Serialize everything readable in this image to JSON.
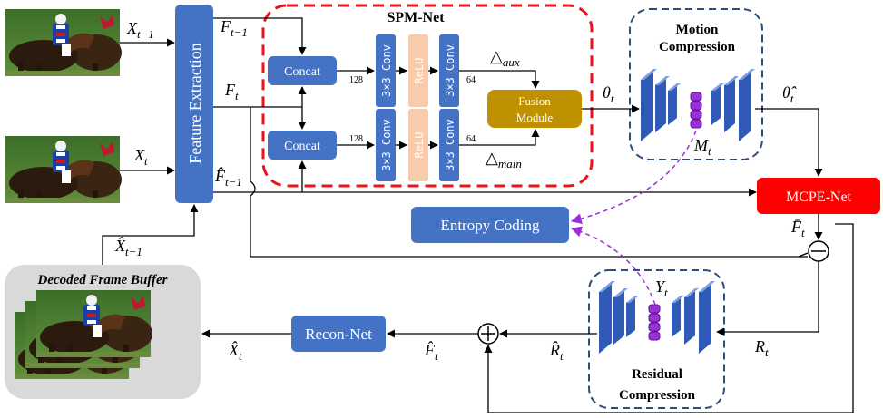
{
  "colors": {
    "blue_box": "#4472c4",
    "red_box": "#ff0000",
    "fusion_box": "#bf9000",
    "relu_box": "#f8cbad",
    "dash_red": "#e8131b",
    "dash_navy": "#2f4d7a",
    "purple": "#9b30d9",
    "buffer_bg": "#d9d9d9"
  },
  "icons": {
    "horse_frame": "horse-race-photo",
    "encoder": "encoder-layers",
    "decoder": "decoder-layers",
    "latent": "latent-code-stack",
    "adder": "circle-plus",
    "subtractor": "circle-minus"
  },
  "labels": {
    "spm_net": "SPM-Net",
    "motion_compression_1": "Motion",
    "motion_compression_2": "Compression",
    "residual_compression_1": "Residual",
    "residual_compression_2": "Compression",
    "decoded_frame_buffer": "Decoded Frame Buffer",
    "feature_extraction": "Feature Extraction",
    "concat_top": "Concat",
    "concat_bottom": "Concat",
    "conv_1": "3×3 Conv",
    "relu_1": "ReLU",
    "conv_2": "3×3 Conv",
    "conv_3": "3×3 Conv",
    "relu_2": "ReLU",
    "conv_4": "3×3 Conv",
    "fusion_1": "Fusion",
    "fusion_2": "Module",
    "mcpe_net": "MCPE-Net",
    "entropy_coding": "Entropy Coding",
    "recon_net": "Recon-Net",
    "ch_128_top": "128",
    "ch_128_bottom": "128",
    "ch_64_top": "64",
    "ch_64_bottom": "64"
  },
  "symbols": {
    "x_prev": "X",
    "x_prev_sub": "t−1",
    "x_cur": "X",
    "x_cur_sub": "t",
    "f_prev": "F",
    "f_prev_sub": "t−1",
    "f_cur": "F",
    "f_cur_sub": "t",
    "f_hat_prev": "F̂",
    "f_hat_prev_sub": "t−1",
    "x_hat_prev": "X̂",
    "x_hat_prev_sub": "t−1",
    "delta_aux": "△",
    "delta_aux_sub": "aux",
    "delta_main": "△",
    "delta_main_sub": "main",
    "theta": "θ",
    "theta_sub": "t",
    "theta_hat": "θ̂",
    "theta_hat_sub": "t",
    "m": "M",
    "m_sub": "t",
    "f_bar": "F̄",
    "f_bar_sub": "t",
    "y": "Y",
    "y_sub": "t",
    "r": "R",
    "r_sub": "t",
    "r_hat": "R̂",
    "r_hat_sub": "t",
    "f_hat": "F̂",
    "f_hat_sub": "t",
    "x_hat": "X̂",
    "x_hat_sub": "t"
  }
}
